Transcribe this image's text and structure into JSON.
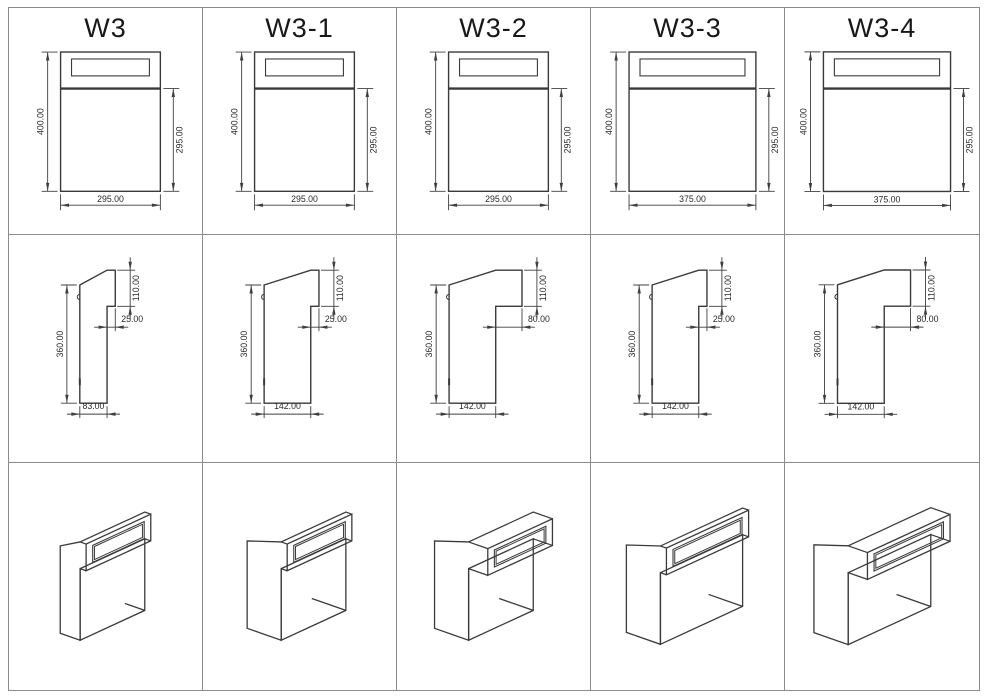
{
  "sheet": {
    "background": "#ffffff",
    "grid_color": "#8b8b8b",
    "line_color": "#3a3a3a",
    "dim_color": "#3f3f3f"
  },
  "table": {
    "columns": [
      {
        "name": "W3",
        "front_view": {
          "height": "400.00",
          "body_height": "295.00",
          "width": "295.00"
        },
        "side_view": {
          "height": "360.00",
          "top_height": "110.00",
          "overhang": "25.00",
          "depth": "83.00"
        }
      },
      {
        "name": "W3-1",
        "front_view": {
          "height": "400.00",
          "body_height": "295.00",
          "width": "295.00"
        },
        "side_view": {
          "height": "360.00",
          "top_height": "110.00",
          "overhang": "25.00",
          "depth": "142.00"
        }
      },
      {
        "name": "W3-2",
        "front_view": {
          "height": "400.00",
          "body_height": "295.00",
          "width": "295.00"
        },
        "side_view": {
          "height": "360.00",
          "top_height": "110.00",
          "overhang": "80.00",
          "depth": "142.00"
        }
      },
      {
        "name": "W3-3",
        "front_view": {
          "height": "400.00",
          "body_height": "295.00",
          "width": "375.00"
        },
        "side_view": {
          "height": "360.00",
          "top_height": "110.00",
          "overhang": "25.00",
          "depth": "142.00"
        }
      },
      {
        "name": "W3-4",
        "front_view": {
          "height": "400.00",
          "body_height": "295.00",
          "width": "375.00"
        },
        "side_view": {
          "height": "360.00",
          "top_height": "110.00",
          "overhang": "80.00",
          "depth": "142.00"
        }
      }
    ]
  }
}
